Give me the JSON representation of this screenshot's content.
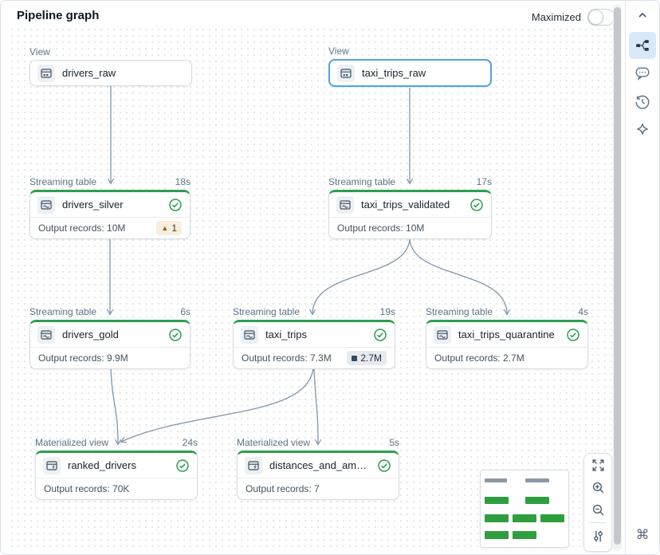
{
  "header": {
    "title": "Pipeline graph",
    "maximized_label": "Maximized",
    "maximized_on": false
  },
  "nodes": [
    {
      "type_label": "View",
      "name": "drivers_raw"
    },
    {
      "type_label": "View",
      "name": "taxi_trips_raw",
      "selected": true
    },
    {
      "type_label": "Streaming table",
      "duration": "18s",
      "name": "drivers_silver",
      "output": "Output records: 10M",
      "warning_count": "1"
    },
    {
      "type_label": "Streaming table",
      "duration": "17s",
      "name": "taxi_trips_validated",
      "output": "Output records: 10M"
    },
    {
      "type_label": "Streaming table",
      "duration": "6s",
      "name": "drivers_gold",
      "output": "Output records: 9.9M"
    },
    {
      "type_label": "Streaming table",
      "duration": "19s",
      "name": "taxi_trips",
      "output": "Output records: 7.3M",
      "count_badge": "2.7M"
    },
    {
      "type_label": "Streaming table",
      "duration": "4s",
      "name": "taxi_trips_quarantine",
      "output": "Output records: 2.7M"
    },
    {
      "type_label": "Materialized view",
      "duration": "24s",
      "name": "ranked_drivers",
      "output": "Output records: 70K"
    },
    {
      "type_label": "Materialized view",
      "duration": "5s",
      "name": "distances_and_amounts_b...",
      "output": "Output records: 7"
    }
  ],
  "icons": {
    "warning": "▲",
    "command": "⌘"
  },
  "sidebar": {
    "items": [
      "collapse",
      "pipeline-graph",
      "comments",
      "version-history",
      "assistant",
      "command"
    ]
  },
  "zoom_controls": [
    "fit-view",
    "zoom-in",
    "zoom-out",
    "filter-settings"
  ],
  "colors": {
    "node_success_green": "#2e9e4f",
    "selected_blue": "#55a3df",
    "edge_gray": "#8296a9",
    "warning_bg": "#f7eedd",
    "warning_fg": "#a3560b",
    "minimap_green": "#2f9e3f",
    "minimap_gray": "#8a98a8",
    "sidebar_active_bg": "#d9e9f9"
  }
}
